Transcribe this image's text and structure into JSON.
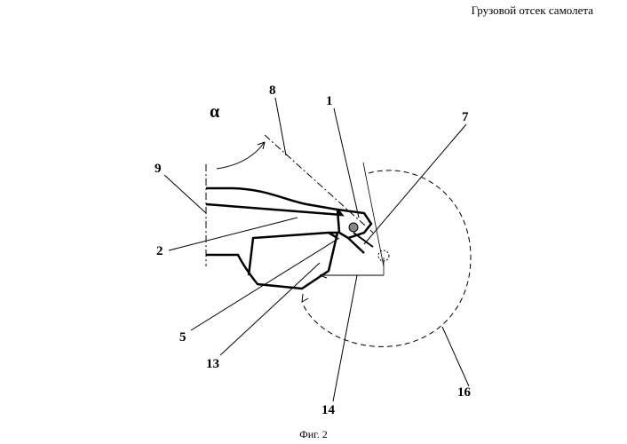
{
  "header": {
    "title": "Грузовой отсек самолета"
  },
  "figure": {
    "angle_symbol": "α",
    "labels": {
      "l1": "1",
      "l2": "2",
      "l5": "5",
      "l7": "7",
      "l8": "8",
      "l9": "9",
      "l13": "13",
      "l14": "14",
      "l16": "16"
    },
    "caption": "Фиг. 2"
  }
}
